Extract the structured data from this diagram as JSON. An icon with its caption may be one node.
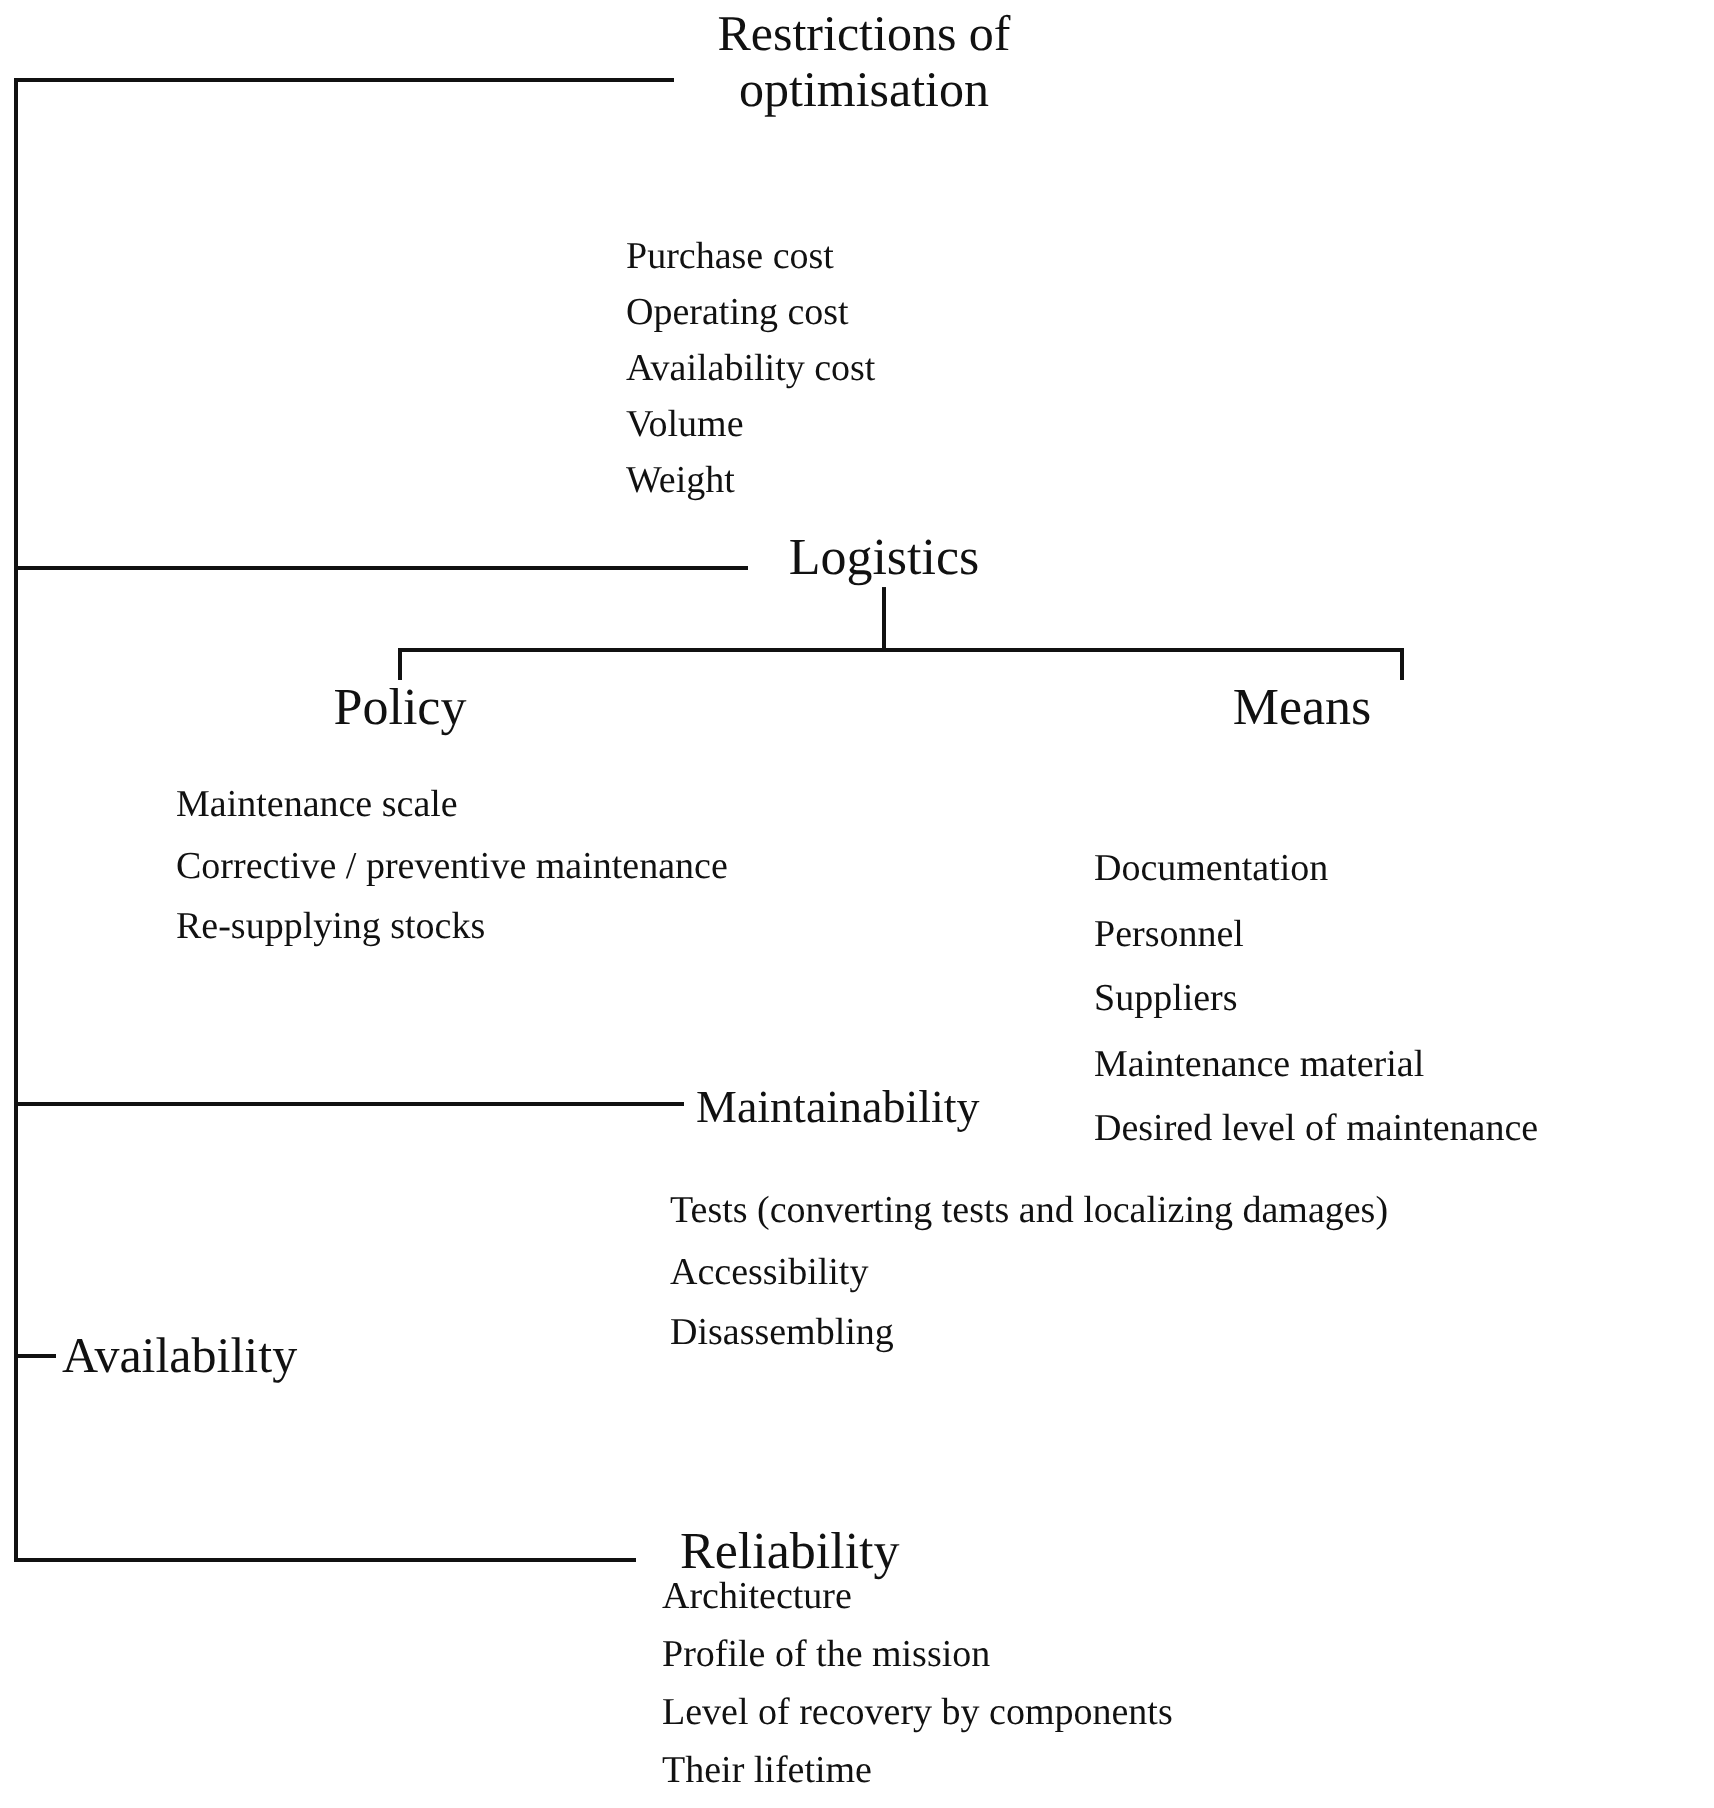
{
  "diagram": {
    "nodes": [
      {
        "text": [
          "Availability"
        ]
      },
      {
        "text": [
          "Restrictions of optimisation"
        ],
        "beside": [
          "Purchase cost",
          "Operating cost",
          "Availability cost",
          "Volume",
          "Weight"
        ]
      },
      {
        "text": [
          "Logistics"
        ]
      },
      {
        "text": [
          "Policy"
        ],
        "beside": [
          "Maintenance scale",
          "Corrective / preventive maintenance",
          "Re-supplying stocks"
        ]
      },
      {
        "text": [
          "Means"
        ],
        "beside": [
          "Documentation",
          "Personnel",
          "Suppliers",
          "Maintenance material",
          "Desired level of maintenance"
        ]
      },
      {
        "text": [
          "Maintainability"
        ],
        "beside": [
          "Tests (converting tests and localizing damages)",
          "Accessibility",
          "Disassembling"
        ]
      },
      {
        "text": [
          "Reliability"
        ],
        "beside": [
          "Architecture",
          "Profile of the mission",
          "Level of recovery by components",
          "Their lifetime"
        ]
      }
    ],
    "edges": [
      {
        "from": 0,
        "to": 1,
        "arrow": "none"
      },
      {
        "from": 0,
        "to": 2,
        "arrow": "none"
      },
      {
        "from": 0,
        "to": 5,
        "arrow": "none"
      },
      {
        "from": 0,
        "to": 6,
        "arrow": "none"
      },
      {
        "from": 2,
        "to": 3,
        "arrow": "none"
      },
      {
        "from": 2,
        "to": 4,
        "arrow": "none"
      }
    ]
  }
}
